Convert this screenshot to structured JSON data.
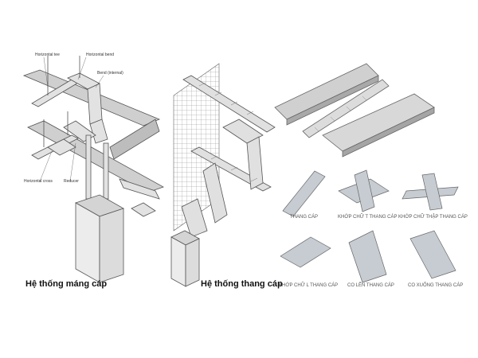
{
  "left_panel": {
    "labels": {
      "horizontal_tee": "Horizontal tee",
      "horizontal_bend": "Horizontal bend",
      "bend_internal": "Bend (internal)",
      "horizontal_cross": "Horizontal cross",
      "reducer": "Reducer"
    },
    "title": "Hệ thống máng cáp"
  },
  "middle_panel": {
    "title": "Hệ thống thang cáp"
  },
  "right_panel": {
    "captions": [
      "THANG CÁP",
      "KHỚP CHỮ T THANG CÁP",
      "KHỚP CHỮ THẬP THANG CÁP",
      "KHỚP CHỮ L THANG CÁP",
      "CO LÊN THANG CÁP",
      "CO XUỐNG THANG CÁP"
    ]
  },
  "colors": {
    "line": "#555555",
    "tray_fill": "#d9d9d9",
    "tray_dark": "#9a9a9a",
    "cabinet": "#e6e6e6"
  }
}
